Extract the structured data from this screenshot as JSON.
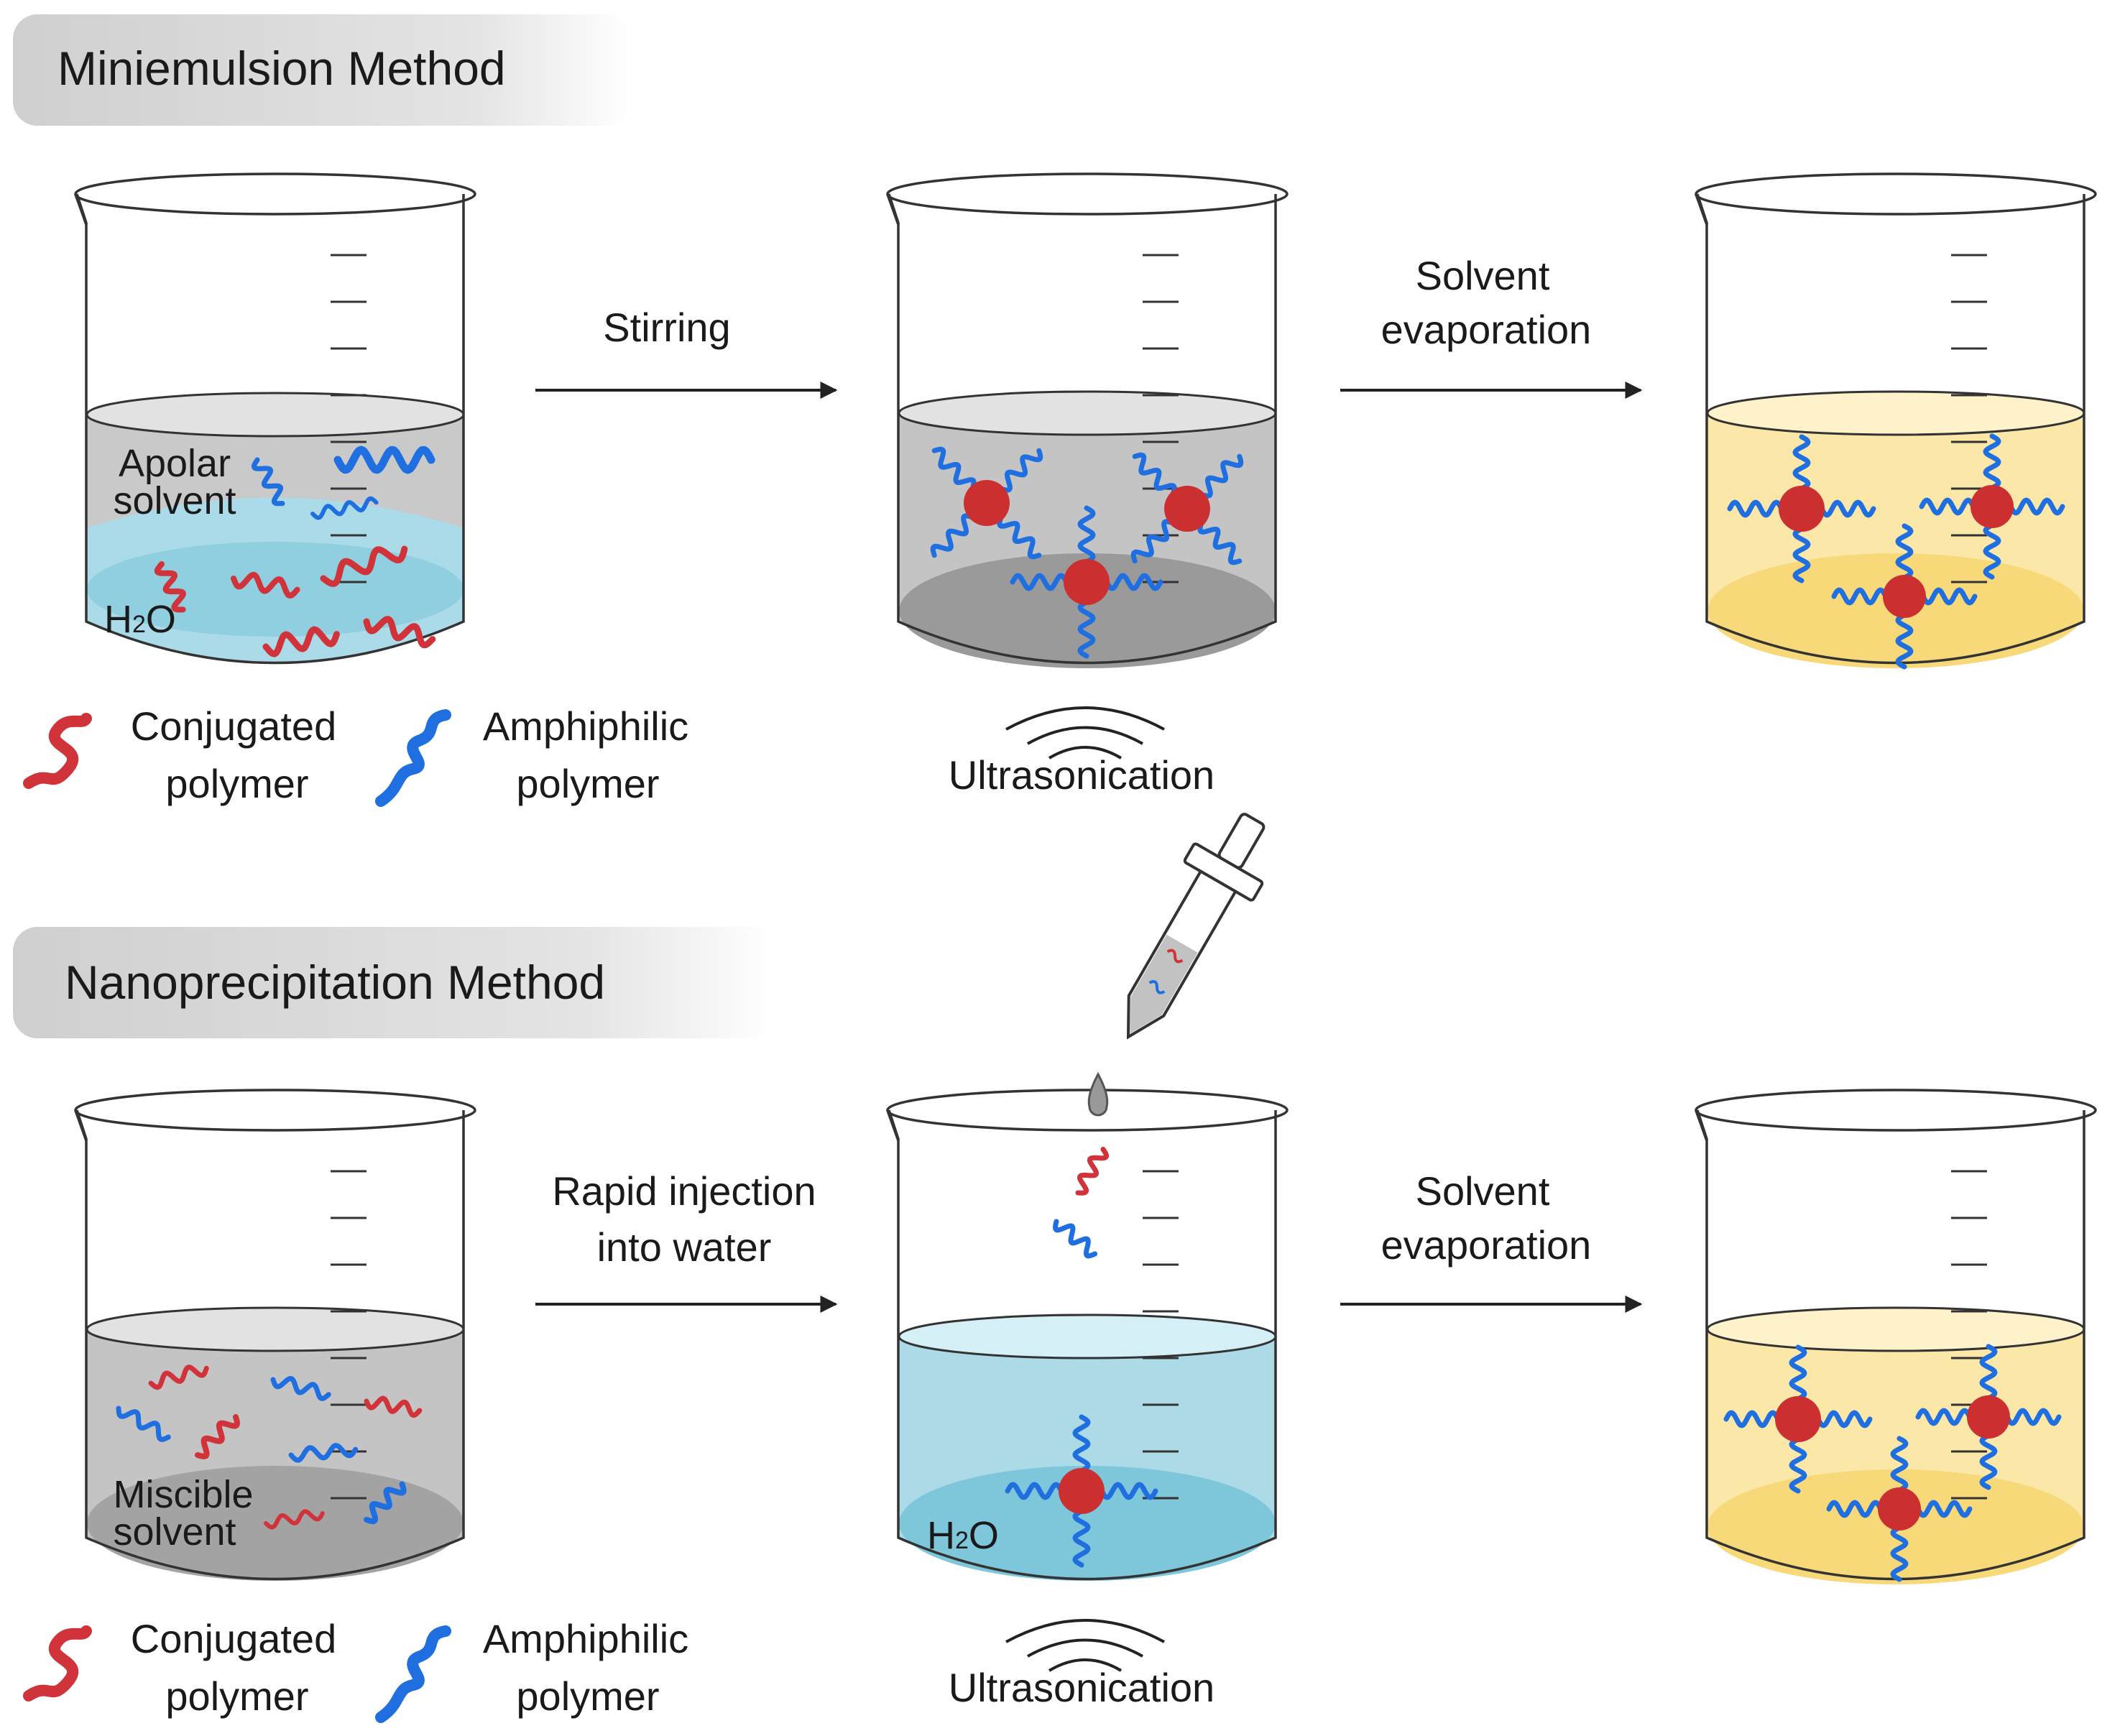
{
  "sections": {
    "miniemulsion": {
      "title": "Miniemulsion Method"
    },
    "nanoprecipitation": {
      "title": "Nanoprecipitation Method"
    }
  },
  "steps": {
    "stirring": "Stirring",
    "solvent_evap_line1": "Solvent",
    "solvent_evap_line2": "evaporation",
    "rapid_injection_line1": "Rapid injection",
    "rapid_injection_line2": "into water",
    "ultrasonication": "Ultrasonication"
  },
  "beaker_labels": {
    "apolar_line1": "Apolar",
    "apolar_line2": "solvent",
    "water_prefix": "H",
    "water_sub": "2",
    "water_suffix": "O",
    "miscible_line1": "Miscible",
    "miscible_line2": "solvent"
  },
  "legend": {
    "conjugated_line1": "Conjugated",
    "conjugated_line2": "polymer",
    "amphiphilic_line1": "Amphiphilic",
    "amphiphilic_line2": "polymer"
  },
  "colors": {
    "conjugated_polymer": "#d0343a",
    "amphiphilic_polymer": "#1f6fe0",
    "nanoparticle_core": "#cc2f30",
    "apolar_solvent": "#c7c7c7",
    "water": "#a9dbe8",
    "evaporated": "#fbe4a0",
    "header_bg": "#d6d6d6"
  }
}
